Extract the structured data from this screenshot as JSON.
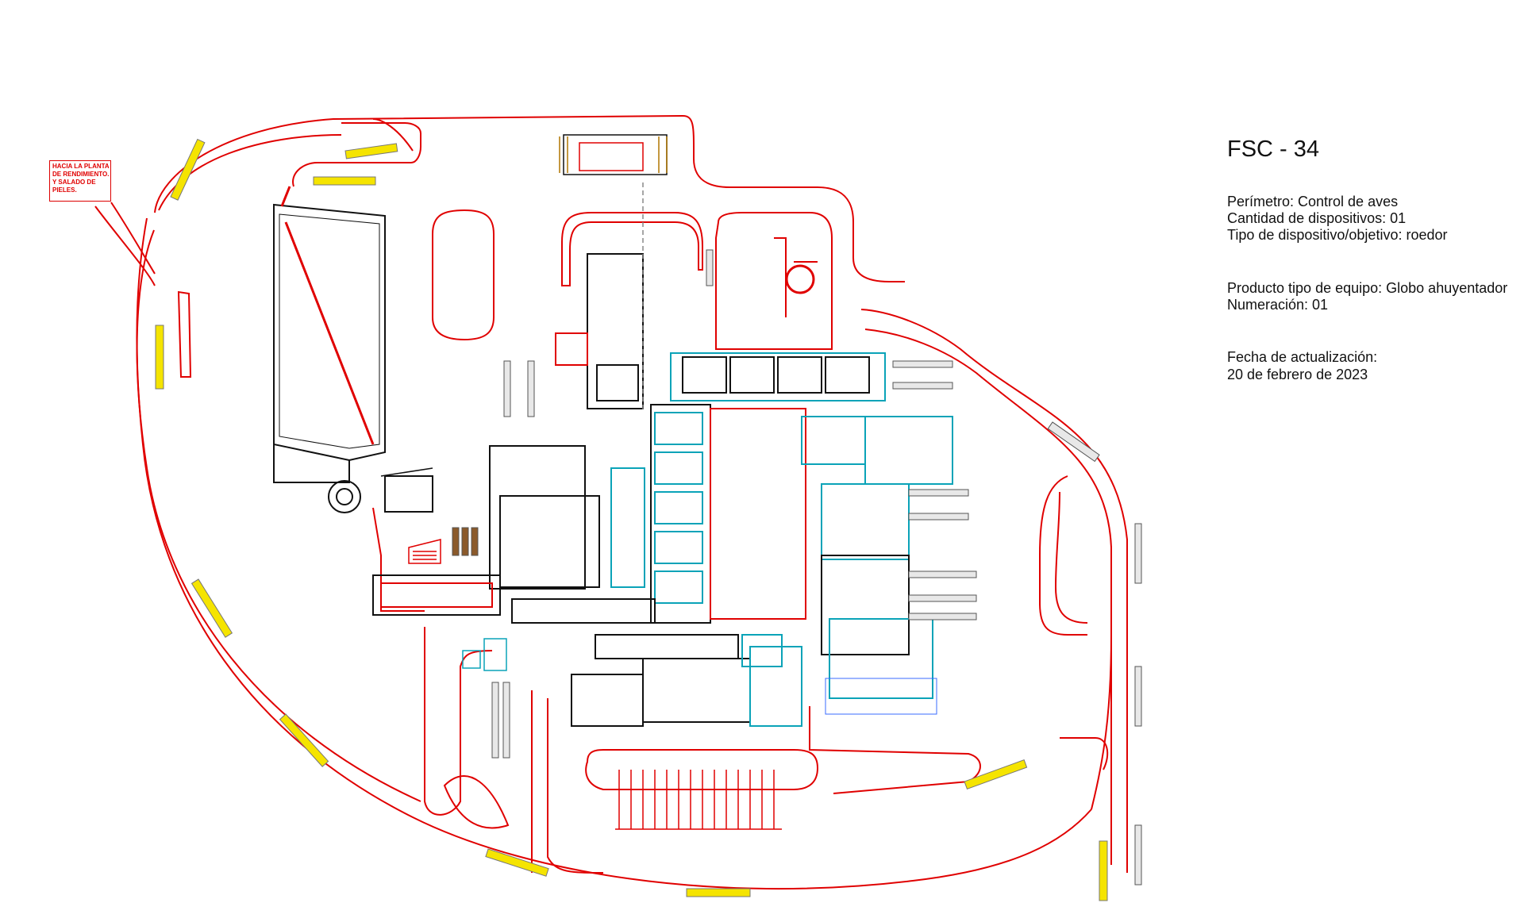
{
  "title": "FSC - 34",
  "perimeter": "Perímetro: Control de aves",
  "device_count": "Cantidad de dispositivos:   01",
  "device_type": "Tipo de dispositivo/objetivo: roedor",
  "product_type": "Producto tipo de equipo: Globo ahuyentador",
  "numbering": "Numeración: 01",
  "update_label": "Fecha de actualización:",
  "update_date": "20 de febrero de 2023",
  "site_sign": "HACIA LA PLANTA\nDE RENDIMIENTO.\nY SALADO DE\nPIELES.",
  "colors": {
    "road": "#e00000",
    "building": "#111111",
    "accent_cyan": "#0aa3b8",
    "accent_yellow": "#f5e400"
  }
}
